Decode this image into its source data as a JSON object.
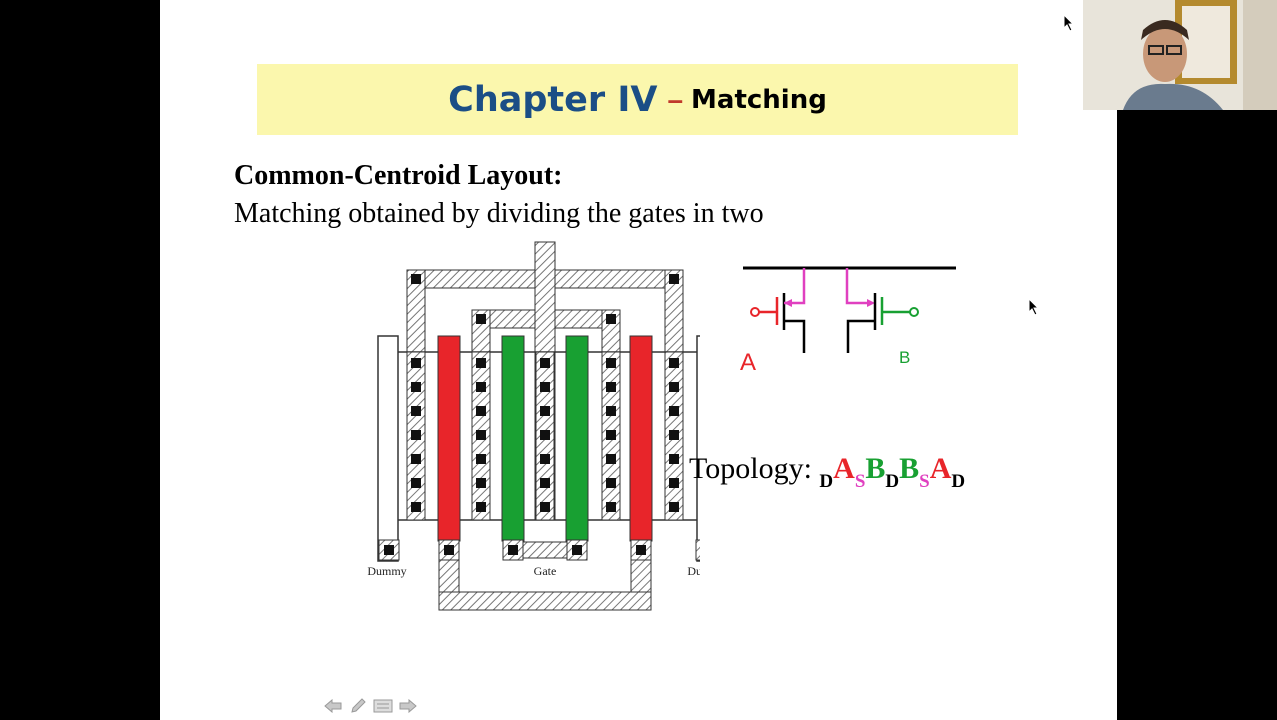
{
  "slide": {
    "title_main": "Chapter IV",
    "title_dash": "–",
    "title_sub": "Matching",
    "heading": "Common-Centroid Layout:",
    "subheading": "Matching obtained by dividing the gates in two"
  },
  "layout_figure": {
    "labels": {
      "dummy_left": "Dummy",
      "gate": "Gate",
      "dummy_right": "Dummy"
    }
  },
  "schematic": {
    "label_a": "A",
    "label_b": "B",
    "colors": {
      "a": "#e8252a",
      "b": "#18a032",
      "pink": "#e040c0"
    }
  },
  "topology": {
    "label": "Topology:",
    "sequence": [
      {
        "sub": "D",
        "sub_color": "#000000",
        "letter": "A",
        "letter_color": "#e8252a"
      },
      {
        "sub": "S",
        "sub_color": "#e040c0",
        "letter": "B",
        "letter_color": "#18a032"
      },
      {
        "sub": "D",
        "sub_color": "#000000",
        "letter": "B",
        "letter_color": "#18a032"
      },
      {
        "sub": "S",
        "sub_color": "#e040c0",
        "letter": "A",
        "letter_color": "#e8252a"
      },
      {
        "sub": "D",
        "sub_color": "#000000",
        "letter": "",
        "letter_color": "#000000"
      }
    ]
  },
  "controls": {
    "icons": [
      "previous-arrow-icon",
      "pen-icon",
      "menu-icon",
      "next-arrow-icon"
    ]
  }
}
